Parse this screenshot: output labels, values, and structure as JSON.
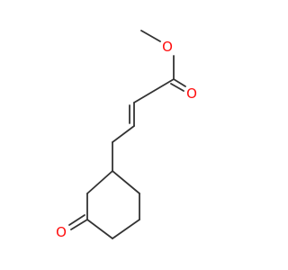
{
  "molecule": {
    "atoms": [
      {
        "id": "o-methoxy",
        "symbol": "O",
        "color": "#ff0d0d"
      },
      {
        "id": "o-carbonyl-ester",
        "symbol": "O",
        "color": "#ff0d0d"
      },
      {
        "id": "o-ketone",
        "symbol": "O",
        "color": "#ff0d0d"
      }
    ],
    "bond_color": "#333333"
  }
}
